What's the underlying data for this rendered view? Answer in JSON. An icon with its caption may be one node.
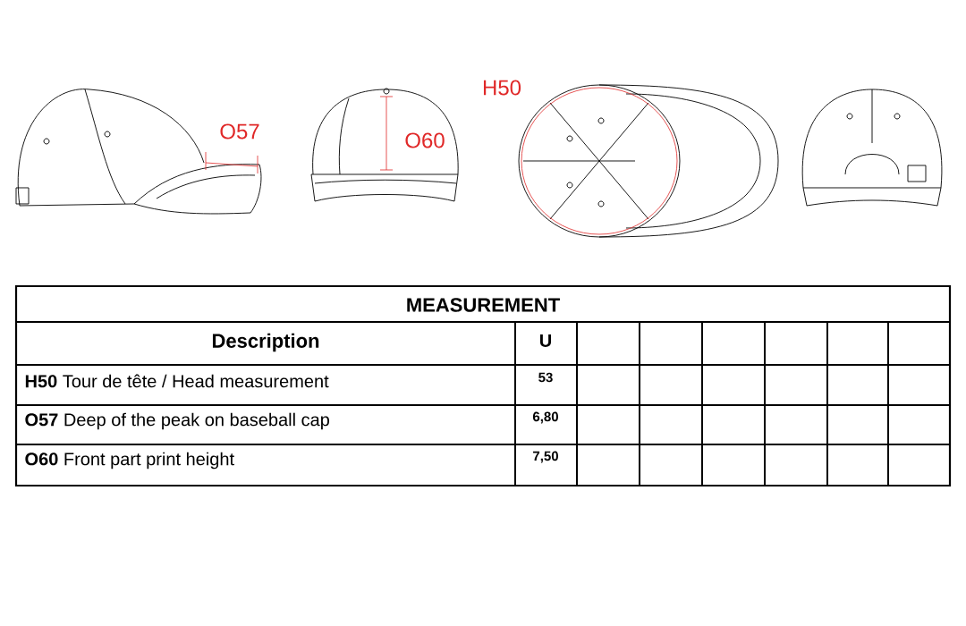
{
  "diagram": {
    "labels": [
      "H50",
      "O57",
      "O60",
      "MEASUREMENT",
      "Description",
      "U",
      "**H50** Tour de tête / Head measurement",
      "53",
      "**O57** Deep of the peak on baseball cap",
      "6,80",
      "**O60** Front part print height",
      "7,50"
    ]
  }
}
